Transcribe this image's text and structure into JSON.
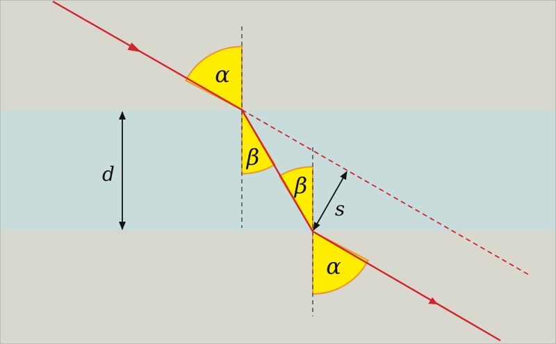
{
  "diagram": {
    "labels": {
      "incident_angle": "α",
      "refracted_angle_top": "β",
      "refracted_angle_bottom": "β",
      "exit_angle": "α",
      "thickness": "d",
      "shift": "s"
    },
    "colors": {
      "medium": "#d9d8cf",
      "slab": "#c8dcdb",
      "ray": "#d3232a",
      "angle_fill": "#ffed00",
      "angle_stroke": "#e8962f",
      "normal": "#555555",
      "arrow": "#111111"
    }
  }
}
